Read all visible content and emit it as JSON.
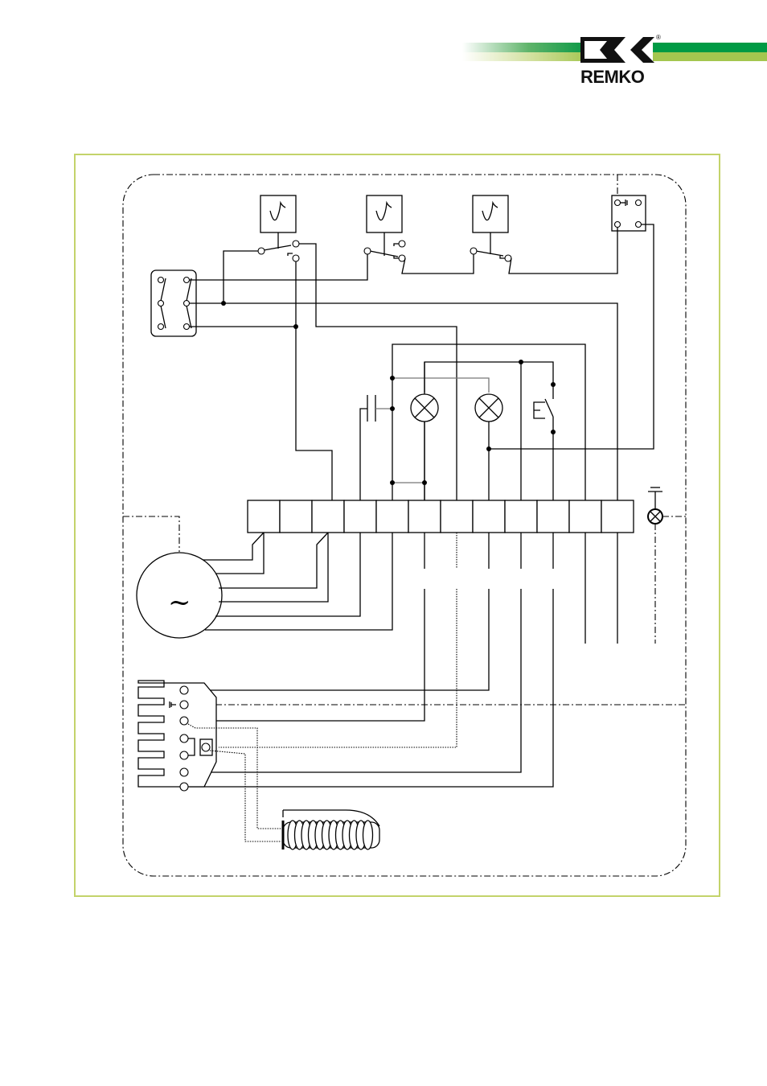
{
  "header": {
    "brand": "REMKO",
    "registered_mark": "®",
    "brand_colors": {
      "dark_green": "#009a44",
      "light_green": "#a4c64f",
      "frame_green": "#c3d36a"
    }
  },
  "diagram": {
    "type": "wiring-diagram",
    "motor_symbol": "~",
    "components": [
      "thermostat-1",
      "thermostat-2",
      "thermostat-3",
      "main-switch",
      "safety-block",
      "capacitor",
      "indicator-lamp-1",
      "indicator-lamp-2",
      "push-button",
      "terminal-strip",
      "ground-lamp",
      "fan-motor",
      "ignition-transformer",
      "heating-coil"
    ],
    "terminal_count": 12
  }
}
